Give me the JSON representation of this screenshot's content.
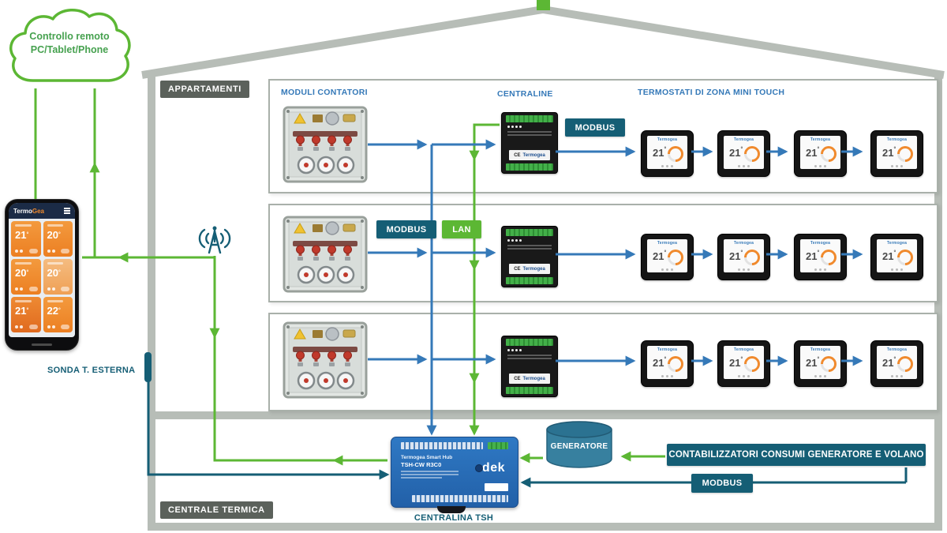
{
  "colors": {
    "lan_green": "#5cb734",
    "modbus_blue": "#3579b8",
    "badge_teal": "#155e75",
    "wall_gray": "#b7bdb7",
    "tile_orange": "#f08a2d"
  },
  "cloud": {
    "line1": "Controllo remoto",
    "line2": "PC/Tablet/Phone"
  },
  "phone": {
    "brand_prefix": "Termo",
    "brand_suffix": "Gea",
    "unit": "°",
    "tiles": [
      {
        "temp": "21"
      },
      {
        "temp": "20"
      },
      {
        "temp": "20"
      },
      {
        "temp": "20"
      },
      {
        "temp": "21"
      },
      {
        "temp": "22"
      }
    ]
  },
  "sonda_label": "SONDA T. ESTERNA",
  "tags": {
    "apartments": "APPARTAMENTI",
    "plant_room": "CENTRALE TERMICA"
  },
  "headers": {
    "meters": "MODULI CONTATORI",
    "controllers": "CENTRALINE",
    "thermostats": "TERMOSTATI DI ZONA MINI TOUCH"
  },
  "badges": {
    "modbus": "MODBUS",
    "lan": "LAN"
  },
  "floors": {
    "count": 3,
    "thermostats_per_floor": 4
  },
  "thermostat": {
    "brand": "Termogea",
    "temp": "21",
    "unit": "°"
  },
  "centralina": {
    "ce": "CE",
    "brand": "Termogea"
  },
  "hub": {
    "title": "Termogea Smart Hub",
    "model": "TSH-CW R3C0",
    "brand": "dek",
    "caption": "CENTRALINA TSH"
  },
  "generator": {
    "label": "GENERATORE"
  },
  "banner": {
    "label": "CONTABILIZZATORI CONSUMI GENERATORE E VOLANO"
  }
}
